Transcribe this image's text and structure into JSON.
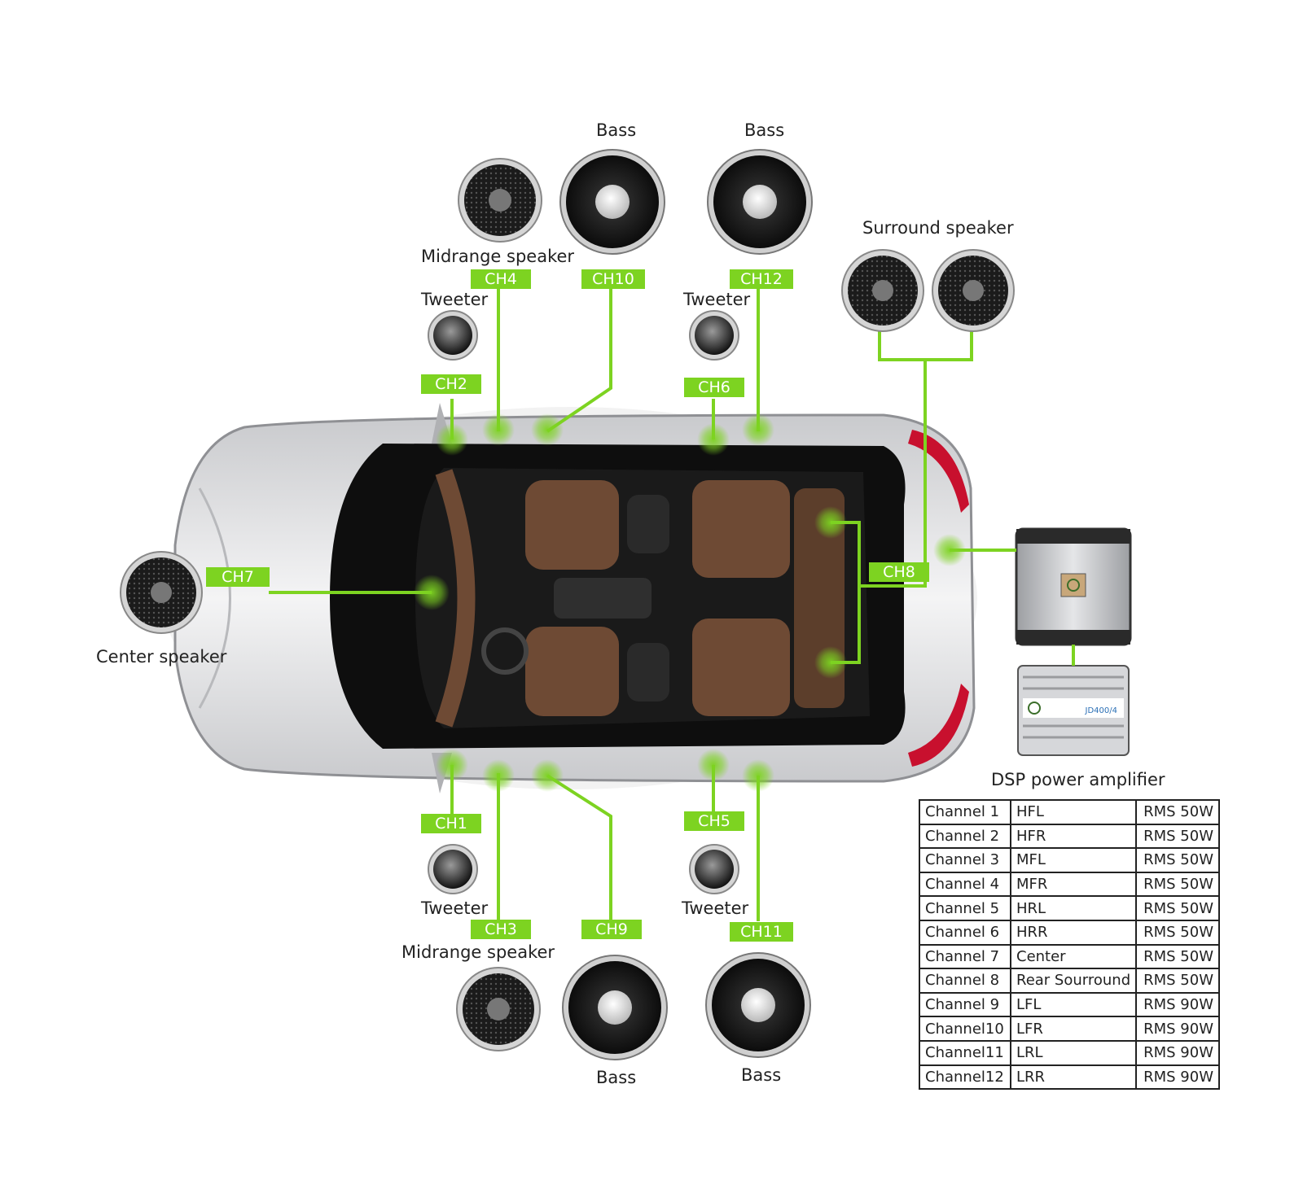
{
  "labels": {
    "bass_top_left": "Bass",
    "bass_top_right": "Bass",
    "surround_speaker": "Surround speaker",
    "midrange_top": "Midrange speaker",
    "tweeter_top_left": "Tweeter",
    "tweeter_top_right": "Tweeter",
    "center_speaker": "Center speaker",
    "dsp_amplifier": "DSP power amplifier",
    "tweeter_bottom_left": "Tweeter",
    "tweeter_bottom_right": "Tweeter",
    "midrange_bottom": "Midrange speaker",
    "bass_bottom_left": "Bass",
    "bass_bottom_right": "Bass"
  },
  "tags": {
    "ch1": "CH1",
    "ch2": "CH2",
    "ch3": "CH3",
    "ch4": "CH4",
    "ch5": "CH5",
    "ch6": "CH6",
    "ch7": "CH7",
    "ch8": "CH8",
    "ch9": "CH9",
    "ch10": "CH10",
    "ch11": "CH11",
    "ch12": "CH12"
  },
  "amp_model": "JD400/4",
  "channel_table": [
    {
      "channel": "Channel 1",
      "position": "HFL",
      "power": "RMS 50W"
    },
    {
      "channel": "Channel 2",
      "position": "HFR",
      "power": "RMS 50W"
    },
    {
      "channel": "Channel 3",
      "position": "MFL",
      "power": "RMS 50W"
    },
    {
      "channel": "Channel 4",
      "position": "MFR",
      "power": "RMS 50W"
    },
    {
      "channel": "Channel 5",
      "position": "HRL",
      "power": "RMS 50W"
    },
    {
      "channel": "Channel 6",
      "position": "HRR",
      "power": "RMS 50W"
    },
    {
      "channel": "Channel 7",
      "position": "Center",
      "power": "RMS 50W"
    },
    {
      "channel": "Channel 8",
      "position": "Rear Sourround",
      "power": "RMS 50W"
    },
    {
      "channel": "Channel 9",
      "position": "LFL",
      "power": "RMS 90W"
    },
    {
      "channel": "Channel10",
      "position": "LFR",
      "power": "RMS 90W"
    },
    {
      "channel": "Channel11",
      "position": "LRL",
      "power": "RMS 90W"
    },
    {
      "channel": "Channel12",
      "position": "LRR",
      "power": "RMS 90W"
    }
  ],
  "colors": {
    "accent_green": "#7dd321",
    "car_body": "#e6e7e9",
    "seat_brown": "#6e4a34",
    "tail_light": "#c8102e"
  }
}
